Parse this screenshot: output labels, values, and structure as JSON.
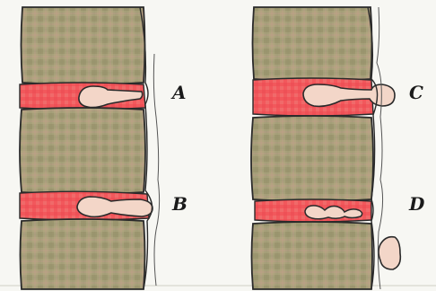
{
  "figure": {
    "labels": [
      "A",
      "B",
      "C",
      "D"
    ]
  },
  "colors": {
    "background": "#ffffff",
    "page": "#f7f7f3",
    "vertebra": "#a7a07a",
    "vertebra_dark": "#8f8a64",
    "vertebra_grid": "#c59a8e",
    "disc": "#f2585c",
    "disc_light": "#f7968e",
    "nucleus": "#f3d6c8",
    "outline": "#2a2a2a"
  }
}
